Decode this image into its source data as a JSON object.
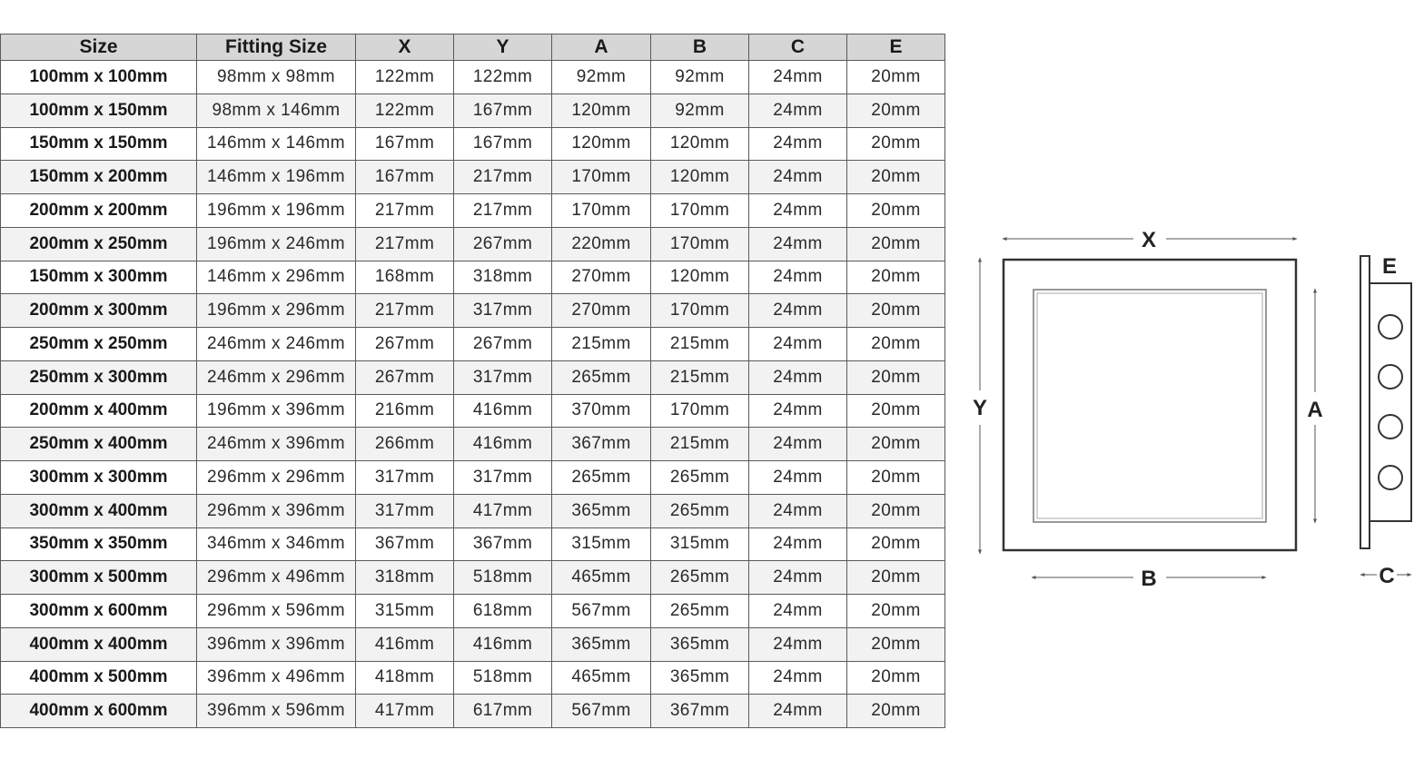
{
  "table": {
    "headers": [
      "Size",
      "Fitting Size",
      "X",
      "Y",
      "A",
      "B",
      "C",
      "E"
    ],
    "rows": [
      [
        "100mm x 100mm",
        "98mm x 98mm",
        "122mm",
        "122mm",
        "92mm",
        "92mm",
        "24mm",
        "20mm"
      ],
      [
        "100mm x 150mm",
        "98mm x 146mm",
        "122mm",
        "167mm",
        "120mm",
        "92mm",
        "24mm",
        "20mm"
      ],
      [
        "150mm x 150mm",
        "146mm x 146mm",
        "167mm",
        "167mm",
        "120mm",
        "120mm",
        "24mm",
        "20mm"
      ],
      [
        "150mm x 200mm",
        "146mm x 196mm",
        "167mm",
        "217mm",
        "170mm",
        "120mm",
        "24mm",
        "20mm"
      ],
      [
        "200mm x 200mm",
        "196mm x 196mm",
        "217mm",
        "217mm",
        "170mm",
        "170mm",
        "24mm",
        "20mm"
      ],
      [
        "200mm x 250mm",
        "196mm x 246mm",
        "217mm",
        "267mm",
        "220mm",
        "170mm",
        "24mm",
        "20mm"
      ],
      [
        "150mm x 300mm",
        "146mm x 296mm",
        "168mm",
        "318mm",
        "270mm",
        "120mm",
        "24mm",
        "20mm"
      ],
      [
        "200mm x 300mm",
        "196mm x 296mm",
        "217mm",
        "317mm",
        "270mm",
        "170mm",
        "24mm",
        "20mm"
      ],
      [
        "250mm x 250mm",
        "246mm x 246mm",
        "267mm",
        "267mm",
        "215mm",
        "215mm",
        "24mm",
        "20mm"
      ],
      [
        "250mm x 300mm",
        "246mm x 296mm",
        "267mm",
        "317mm",
        "265mm",
        "215mm",
        "24mm",
        "20mm"
      ],
      [
        "200mm x 400mm",
        "196mm x 396mm",
        "216mm",
        "416mm",
        "370mm",
        "170mm",
        "24mm",
        "20mm"
      ],
      [
        "250mm x 400mm",
        "246mm x 396mm",
        "266mm",
        "416mm",
        "367mm",
        "215mm",
        "24mm",
        "20mm"
      ],
      [
        "300mm x 300mm",
        "296mm x 296mm",
        "317mm",
        "317mm",
        "265mm",
        "265mm",
        "24mm",
        "20mm"
      ],
      [
        "300mm x 400mm",
        "296mm x 396mm",
        "317mm",
        "417mm",
        "365mm",
        "265mm",
        "24mm",
        "20mm"
      ],
      [
        "350mm x 350mm",
        "346mm x 346mm",
        "367mm",
        "367mm",
        "315mm",
        "315mm",
        "24mm",
        "20mm"
      ],
      [
        "300mm x 500mm",
        "296mm x 496mm",
        "318mm",
        "518mm",
        "465mm",
        "265mm",
        "24mm",
        "20mm"
      ],
      [
        "300mm x 600mm",
        "296mm x 596mm",
        "315mm",
        "618mm",
        "567mm",
        "265mm",
        "24mm",
        "20mm"
      ],
      [
        "400mm x 400mm",
        "396mm x 396mm",
        "416mm",
        "416mm",
        "365mm",
        "365mm",
        "24mm",
        "20mm"
      ],
      [
        "400mm x 500mm",
        "396mm x 496mm",
        "418mm",
        "518mm",
        "465mm",
        "365mm",
        "24mm",
        "20mm"
      ],
      [
        "400mm x 600mm",
        "396mm x 596mm",
        "417mm",
        "617mm",
        "567mm",
        "367mm",
        "24mm",
        "20mm"
      ]
    ]
  },
  "diagram": {
    "label_x": "X",
    "label_y": "Y",
    "label_a": "A",
    "label_b": "B",
    "label_c": "C",
    "label_e": "E"
  }
}
